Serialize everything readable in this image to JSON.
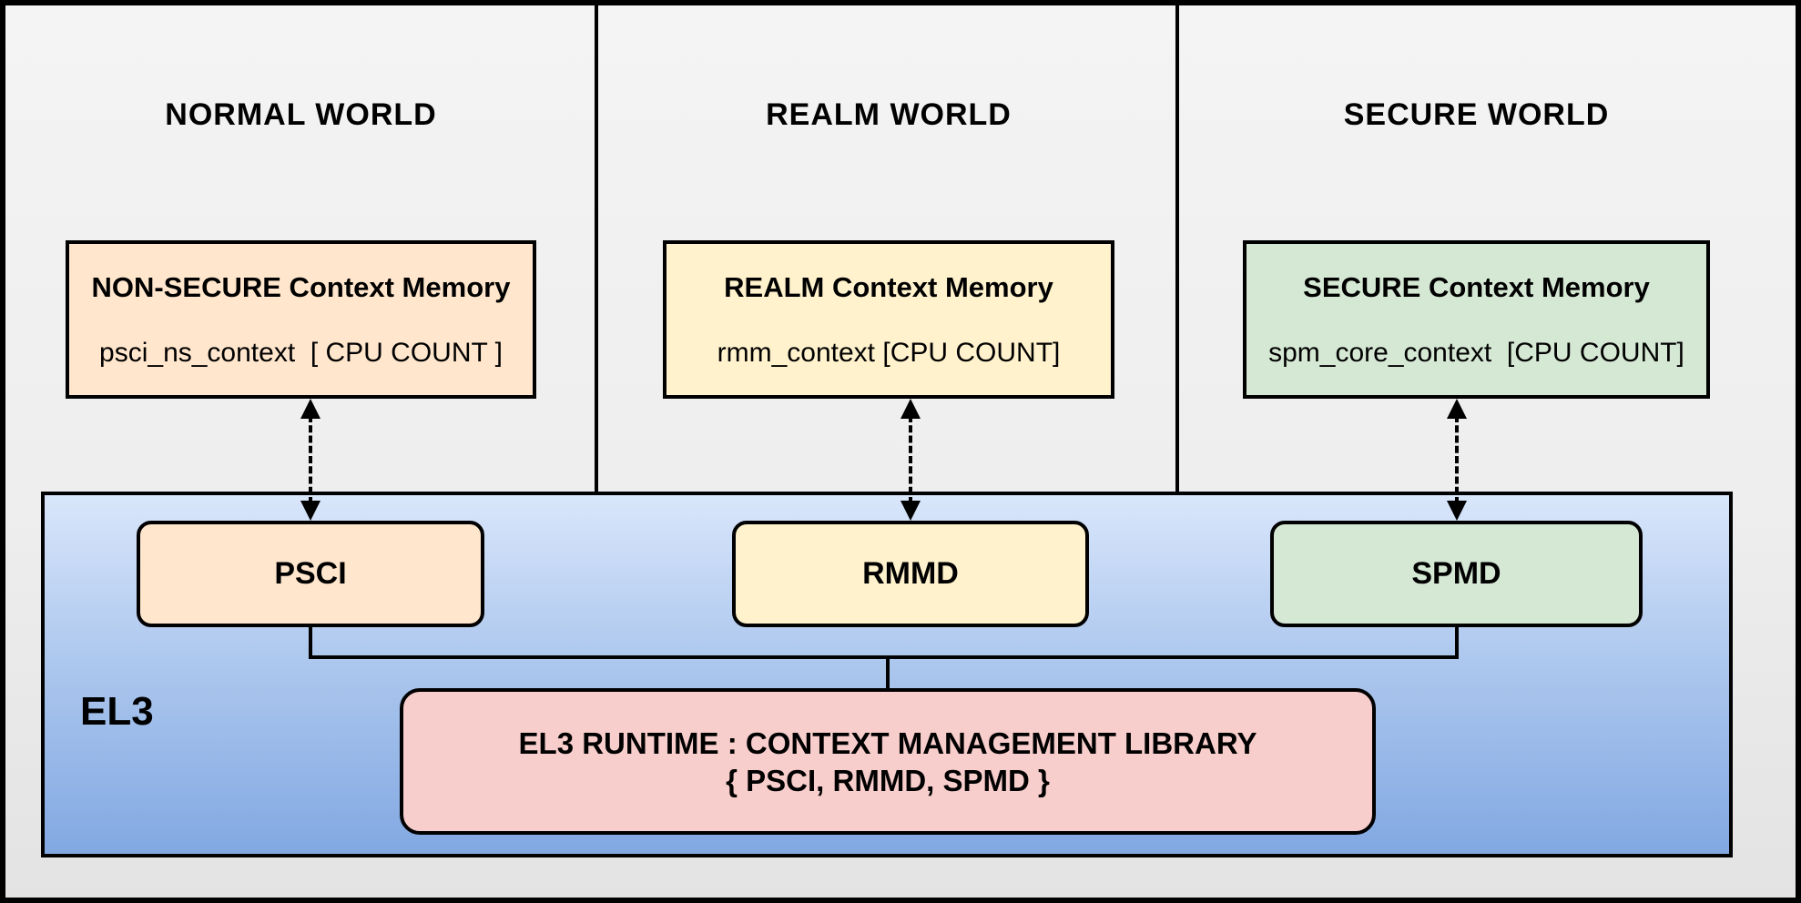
{
  "diagram": {
    "worlds": [
      {
        "title": "NORMAL WORLD",
        "memory_box": {
          "title": "NON-SECURE Context Memory",
          "subtitle": "psci_ns_context  [ CPU COUNT ]",
          "fill": "#ffe6cc"
        },
        "dispatcher": {
          "label": "PSCI",
          "fill": "#ffe6cc"
        }
      },
      {
        "title": "REALM WORLD",
        "memory_box": {
          "title": "REALM Context Memory",
          "subtitle": "rmm_context [CPU COUNT]",
          "fill": "#fff2cc"
        },
        "dispatcher": {
          "label": "RMMD",
          "fill": "#fff2cc"
        }
      },
      {
        "title": "SECURE WORLD",
        "memory_box": {
          "title": "SECURE Context Memory",
          "subtitle": "spm_core_context  [CPU COUNT]",
          "fill": "#d5e8d4"
        },
        "dispatcher": {
          "label": "SPMD",
          "fill": "#d5e8d4"
        }
      }
    ],
    "el3": {
      "label": "EL3",
      "fill_gradient_top": "#d9e6fb",
      "fill_gradient_bottom": "#82a8e2",
      "runtime_box": {
        "line1": "EL3 RUNTIME : CONTEXT MANAGEMENT LIBRARY",
        "line2": "{ PSCI, RMMD, SPMD }",
        "fill": "#f8cecc"
      }
    },
    "connector_color": "#000000",
    "background_color": "#efefef"
  }
}
